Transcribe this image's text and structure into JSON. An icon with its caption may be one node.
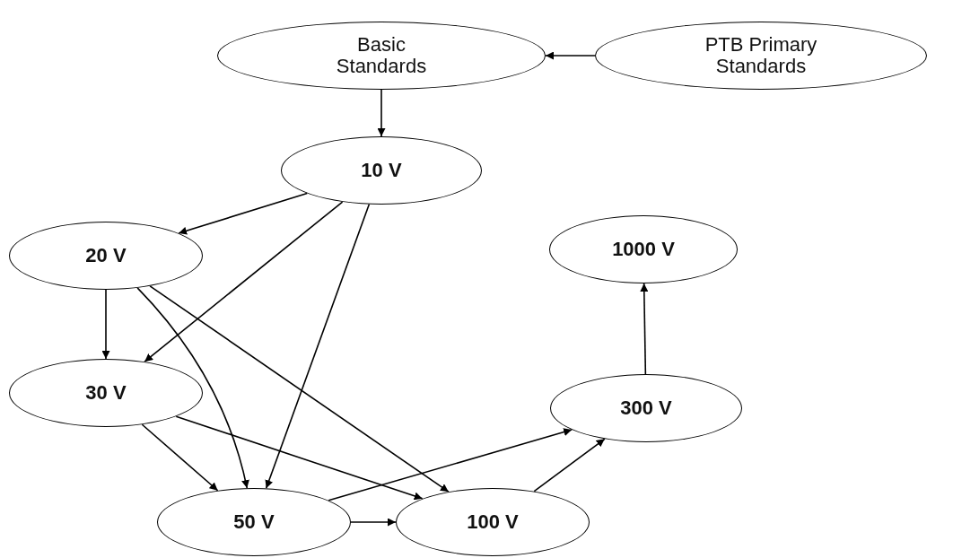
{
  "diagram": {
    "nodes": [
      {
        "text": [
          "Basic Standards"
        ]
      },
      {
        "text": [
          "PTB Primary Standards"
        ]
      },
      {
        "text": [
          "10 V"
        ]
      },
      {
        "text": [
          "20 V"
        ]
      },
      {
        "text": [
          "1000 V"
        ]
      },
      {
        "text": [
          "30 V"
        ]
      },
      {
        "text": [
          "300 V"
        ]
      },
      {
        "text": [
          "50 V"
        ]
      },
      {
        "text": [
          "100 V"
        ]
      }
    ],
    "edges": [
      {
        "from": 1,
        "to": 0,
        "arrow": "to"
      },
      {
        "from": 0,
        "to": 2,
        "arrow": "to"
      },
      {
        "from": 2,
        "to": 3,
        "arrow": "to"
      },
      {
        "from": 2,
        "to": 5,
        "arrow": "to"
      },
      {
        "from": 2,
        "to": 7,
        "arrow": "to"
      },
      {
        "from": 3,
        "to": 5,
        "arrow": "to"
      },
      {
        "from": 3,
        "to": 7,
        "arrow": "to"
      },
      {
        "from": 3,
        "to": 8,
        "arrow": "to"
      },
      {
        "from": 5,
        "to": 7,
        "arrow": "to"
      },
      {
        "from": 5,
        "to": 8,
        "arrow": "to"
      },
      {
        "from": 7,
        "to": 8,
        "arrow": "to"
      },
      {
        "from": 7,
        "to": 6,
        "arrow": "to"
      },
      {
        "from": 8,
        "to": 6,
        "arrow": "to"
      },
      {
        "from": 6,
        "to": 4,
        "arrow": "to"
      }
    ]
  }
}
